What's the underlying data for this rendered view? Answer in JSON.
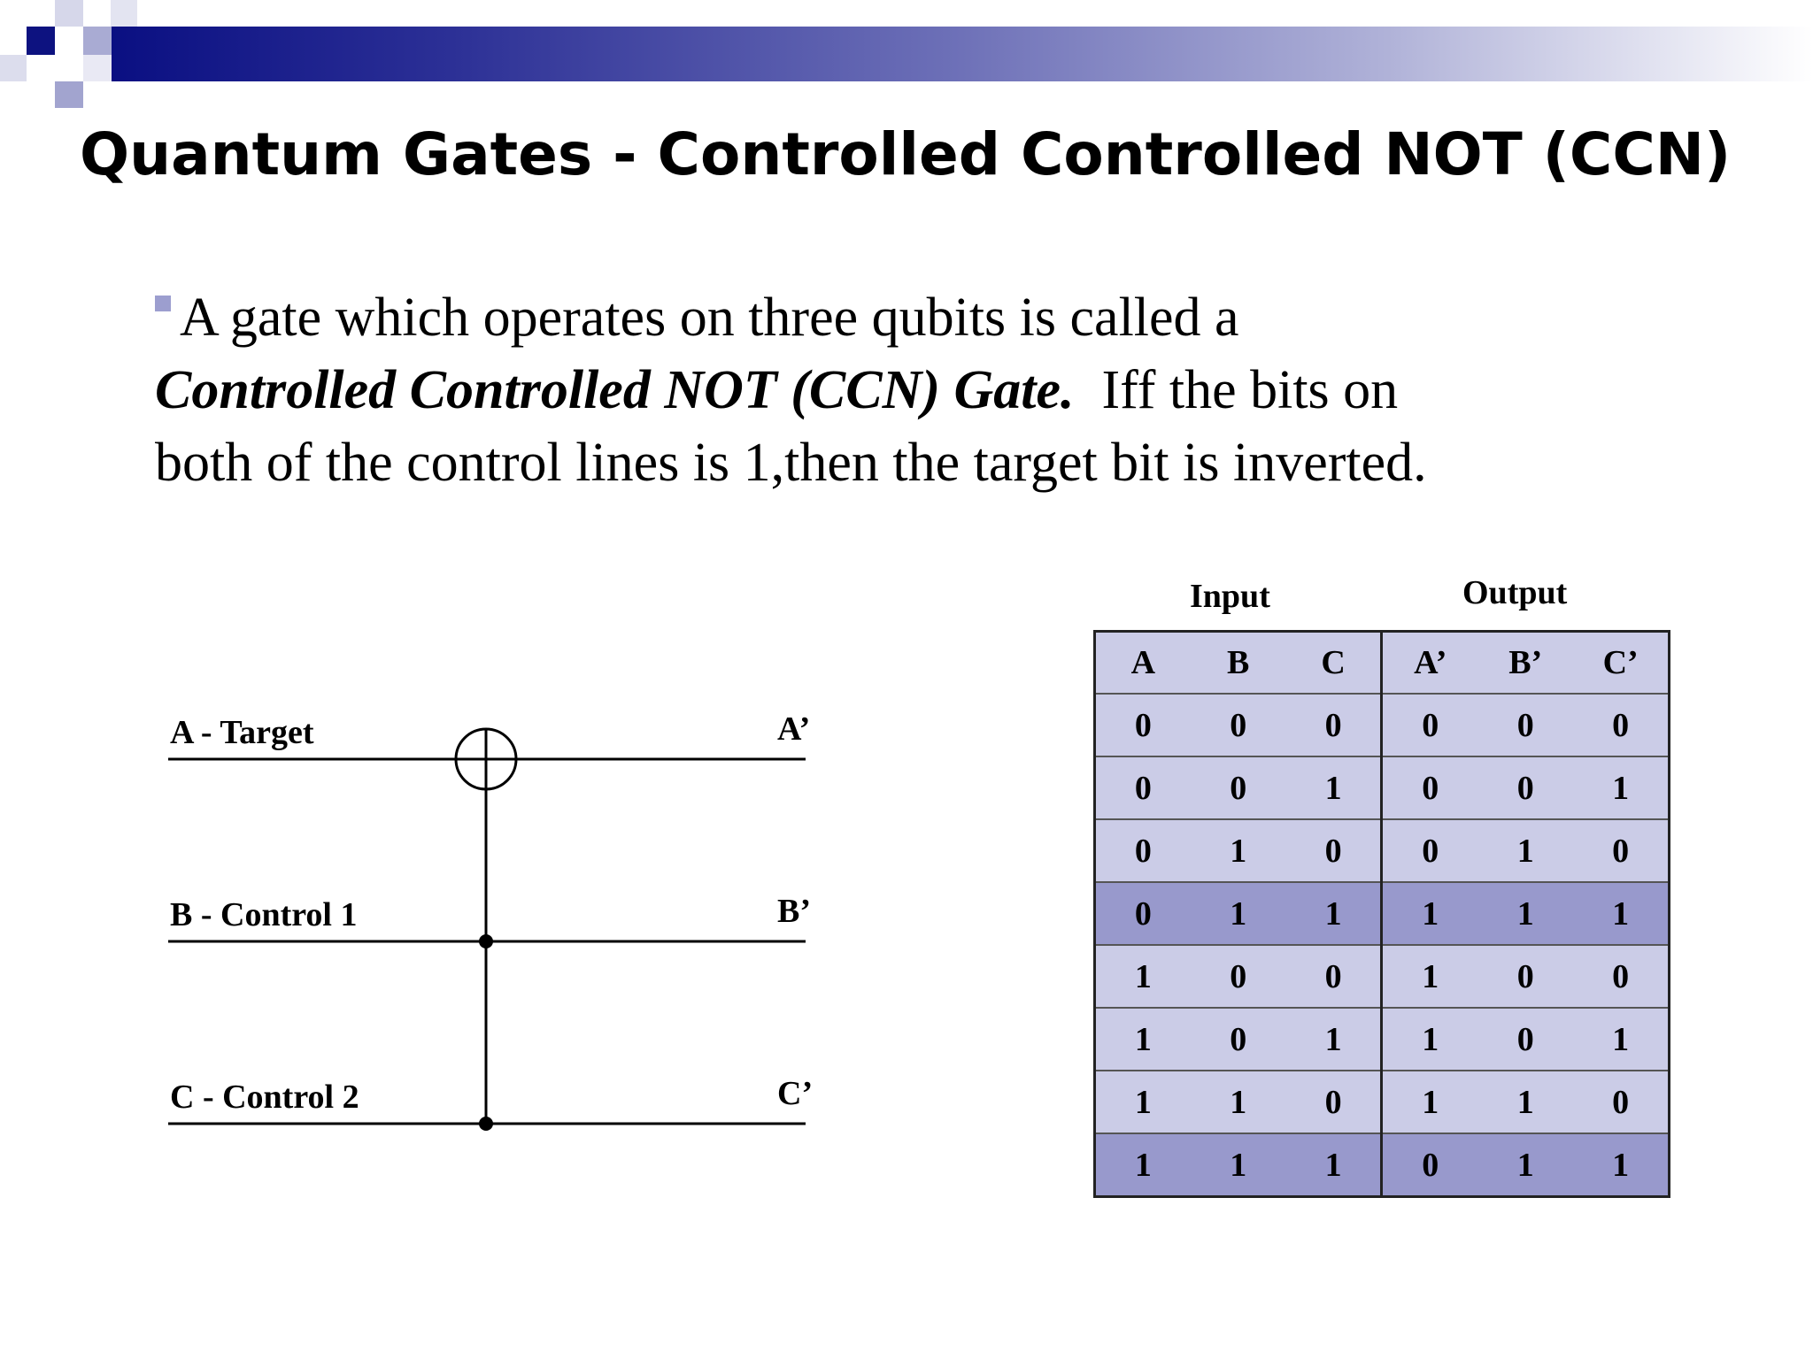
{
  "title": "Quantum Gates - Controlled Controlled NOT (CCN)",
  "bullet": {
    "line1": "A gate which operates on three qubits is called a",
    "emphasis": "Controlled Controlled NOT (CCN) Gate.",
    "line2_rest": "  Iff the bits on",
    "line3": "both of the control lines is 1,then the target bit is inverted."
  },
  "circuit": {
    "inputs": [
      "A - Target",
      "B - Control 1",
      "C - Control 2"
    ],
    "outputs": [
      "A’",
      "B’",
      "C’"
    ]
  },
  "truth_table": {
    "group_headers": [
      "Input",
      "Output"
    ],
    "columns": [
      "A",
      "B",
      "C",
      "A’",
      "B’",
      "C’"
    ],
    "rows": [
      [
        "0",
        "0",
        "0",
        "0",
        "0",
        "0"
      ],
      [
        "0",
        "0",
        "1",
        "0",
        "0",
        "1"
      ],
      [
        "0",
        "1",
        "0",
        "0",
        "1",
        "0"
      ],
      [
        "0",
        "1",
        "1",
        "1",
        "1",
        "1"
      ],
      [
        "1",
        "0",
        "0",
        "1",
        "0",
        "0"
      ],
      [
        "1",
        "0",
        "1",
        "1",
        "0",
        "1"
      ],
      [
        "1",
        "1",
        "0",
        "1",
        "1",
        "0"
      ],
      [
        "1",
        "1",
        "1",
        "0",
        "1",
        "1"
      ]
    ],
    "highlighted_rows": [
      3,
      7
    ]
  },
  "colors": {
    "header_band_start": "#0a0f82",
    "table_cell": "#cbcce7",
    "table_highlight": "#9899cc",
    "bullet": "#9c9ecf"
  }
}
